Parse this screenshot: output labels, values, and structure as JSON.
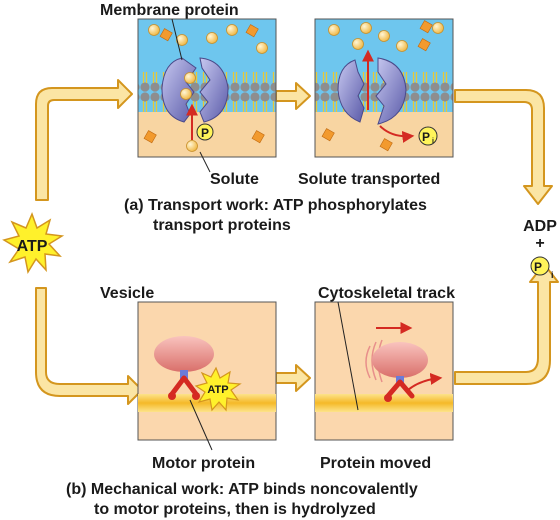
{
  "labels": {
    "membrane_protein": "Membrane protein",
    "solute": "Solute",
    "solute_transported": "Solute transported",
    "vesicle": "Vesicle",
    "cytoskeletal_track": "Cytoskeletal track",
    "motor_protein": "Motor protein",
    "protein_moved": "Protein moved",
    "atp_burst": "ATP",
    "atp_small": "ATP",
    "adp": "ADP",
    "plus": "+",
    "phosphate_p": "P",
    "phosphate_i": "i"
  },
  "captions": {
    "a_line1": "(a) Transport work: ATP phosphorylates",
    "a_line2": "transport proteins",
    "b_line1": "(b) Mechanical work: ATP binds noncovalently",
    "b_line2": "to motor proteins, then is hydrolyzed"
  },
  "colors": {
    "arrow_fill": "#fbe5a4",
    "arrow_stroke": "#d4961e",
    "panel_top": "#6ec6ee",
    "panel_bottom": "#f8d5a2",
    "panel_b": "#fbd7ad",
    "atp_star": "#fff12b",
    "protein": "#8080c6",
    "solute_ball": "#f6c45a",
    "vesicle": "#e88f8b",
    "track": "#f8c840",
    "motor_red": "#d42a22"
  }
}
